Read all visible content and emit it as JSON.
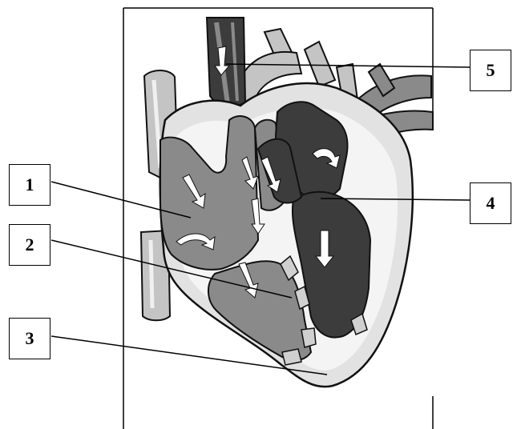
{
  "labels": {
    "l1": "1",
    "l2": "2",
    "l3": "3",
    "l4": "4",
    "l5": "5"
  },
  "colors": {
    "dark_chamber": "#3c3c3c",
    "medium_chamber": "#8a8a8a",
    "light_vessel": "#c4c4c4",
    "muscle_wall": "#e2e2e2",
    "outline": "#111111",
    "arrow": "#ffffff"
  }
}
